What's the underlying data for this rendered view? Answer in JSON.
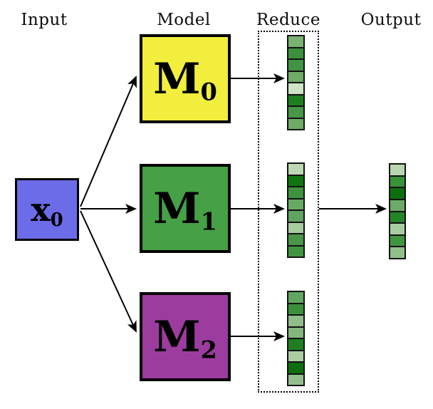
{
  "title_row": {
    "input": "Input",
    "model": "Model",
    "reduce": "Reduce",
    "output": "Output"
  },
  "input_box": {
    "base": "x",
    "subscript": "0",
    "fill": "#6c6ce9"
  },
  "models": [
    {
      "base": "M",
      "subscript": "0",
      "fill": "#f2ee3e"
    },
    {
      "base": "M",
      "subscript": "1",
      "fill": "#46a046"
    },
    {
      "base": "M",
      "subscript": "2",
      "fill": "#9d3c9f"
    }
  ],
  "reduce_vectors": {
    "m0_cells": [
      "#79b271",
      "#3b913b",
      "#419441",
      "#6fac67",
      "#cde4c6",
      "#1f7f1f",
      "#479747",
      "#6dab66"
    ],
    "m1_cells": [
      "#bcd8b3",
      "#107710",
      "#3d923d",
      "#69aa62",
      "#60a55f",
      "#a7cb9f",
      "#479747",
      "#419441"
    ],
    "m2_cells": [
      "#61a65f",
      "#3b913b",
      "#90bd89",
      "#84b67d",
      "#1f7f1f",
      "#aacda2",
      "#0d6e0d",
      "#93bf8c"
    ]
  },
  "output_vector": {
    "cells": [
      "#b8d6b0",
      "#389238",
      "#0c6e0c",
      "#6cab66",
      "#248524",
      "#a8cda1",
      "#419641",
      "#90bf8a"
    ]
  },
  "arrow_color": "#000000"
}
